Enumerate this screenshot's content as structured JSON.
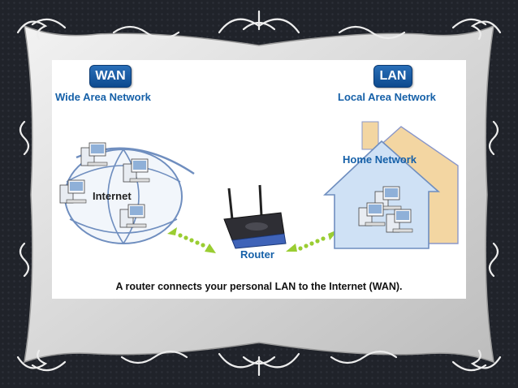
{
  "wan": {
    "badge": "WAN",
    "title": "Wide Area Network",
    "cloud_label": "Internet"
  },
  "lan": {
    "badge": "LAN",
    "title": "Local Area Network",
    "house_label": "Home Network"
  },
  "router": {
    "label": "Router"
  },
  "caption": "A router connects your personal LAN to the Internet (WAN).",
  "colors": {
    "badge_blue": "#1a5ea6",
    "title_blue": "#1560a8",
    "arrow_green": "#9acd32",
    "house_fill": "#f3d6a2",
    "house_inner": "#cfe1f5",
    "frame": "#e4e4e4"
  },
  "icons": [
    "computer-icon",
    "router-icon",
    "house-icon",
    "double-arrow-icon"
  ]
}
